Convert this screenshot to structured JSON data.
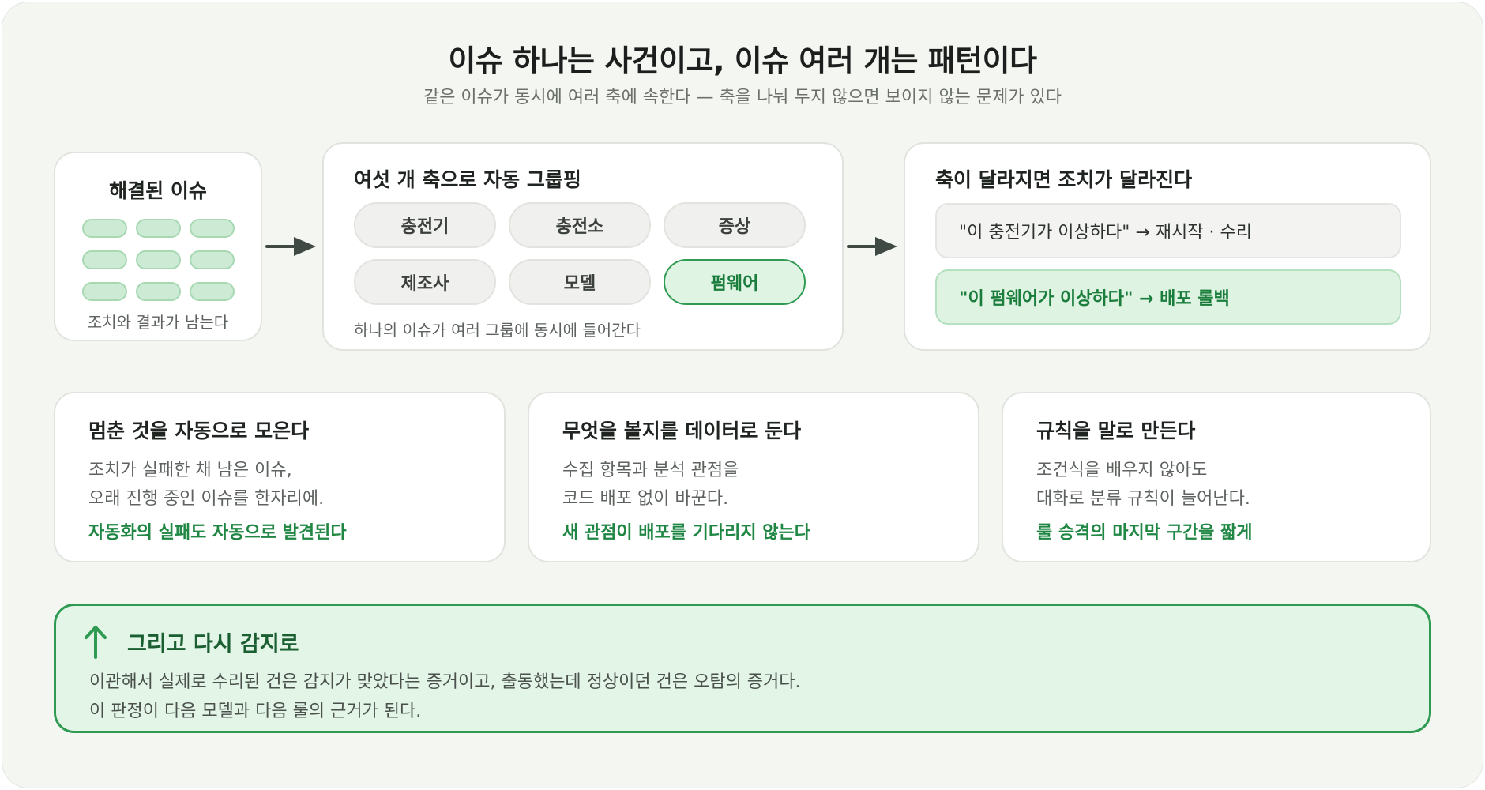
{
  "header": {
    "title": "이슈 하나는 사건이고, 이슈 여러 개는 패턴이다",
    "subtitle": "같은 이슈가 동시에 여러 축에 속한다 — 축을 나눠 두지 않으면 보이지 않는 문제가 있다"
  },
  "resolved_card": {
    "title": "해결된 이슈",
    "footer": "조치와 결과가 남는다"
  },
  "axes_card": {
    "title": "여섯 개 축으로 자동 그룹핑",
    "axes": [
      {
        "label": "충전기",
        "active": false
      },
      {
        "label": "충전소",
        "active": false
      },
      {
        "label": "증상",
        "active": false
      },
      {
        "label": "제조사",
        "active": false
      },
      {
        "label": "모델",
        "active": false
      },
      {
        "label": "펌웨어",
        "active": true
      }
    ],
    "footer": "하나의 이슈가 여러 그룹에 동시에 들어간다"
  },
  "action_card": {
    "title": "축이 달라지면 조치가 달라진다",
    "rows": [
      {
        "text": "\"이 충전기가 이상하다\" → 재시작 · 수리",
        "highlight": false
      },
      {
        "text": "\"이 펌웨어가 이상하다\" → 배포 롤백",
        "highlight": true
      }
    ]
  },
  "info_cards": [
    {
      "title": "멈춘 것을 자동으로 모은다",
      "lines": [
        "조치가 실패한 채 남은 이슈,",
        "오래 진행 중인 이슈를 한자리에."
      ],
      "footer": "자동화의 실패도 자동으로 발견된다"
    },
    {
      "title": "무엇을 볼지를 데이터로 둔다",
      "lines": [
        "수집 항목과 분석 관점을",
        "코드 배포 없이 바꾼다."
      ],
      "footer": "새 관점이 배포를 기다리지 않는다"
    },
    {
      "title": "규칙을 말로 만든다",
      "lines": [
        "조건식을 배우지 않아도",
        "대화로 분류 규칙이 늘어난다."
      ],
      "footer": "룰 승격의 마지막 구간을 짧게"
    }
  ],
  "feedback": {
    "icon": "arrow-up-icon",
    "title": "그리고 다시 감지로",
    "lines": [
      "이관해서 실제로 수리된 건은 감지가 맞았다는 증거이고, 출동했는데 정상이던 건은 오탐의 증거다.",
      "이 판정이 다음 모델과 다음 룰의 근거가 된다."
    ]
  },
  "colors": {
    "accent_green": "#2e9a52",
    "light_green": "#e0f4e4",
    "background": "#f4f6f1",
    "arrow": "#3e4a43"
  }
}
